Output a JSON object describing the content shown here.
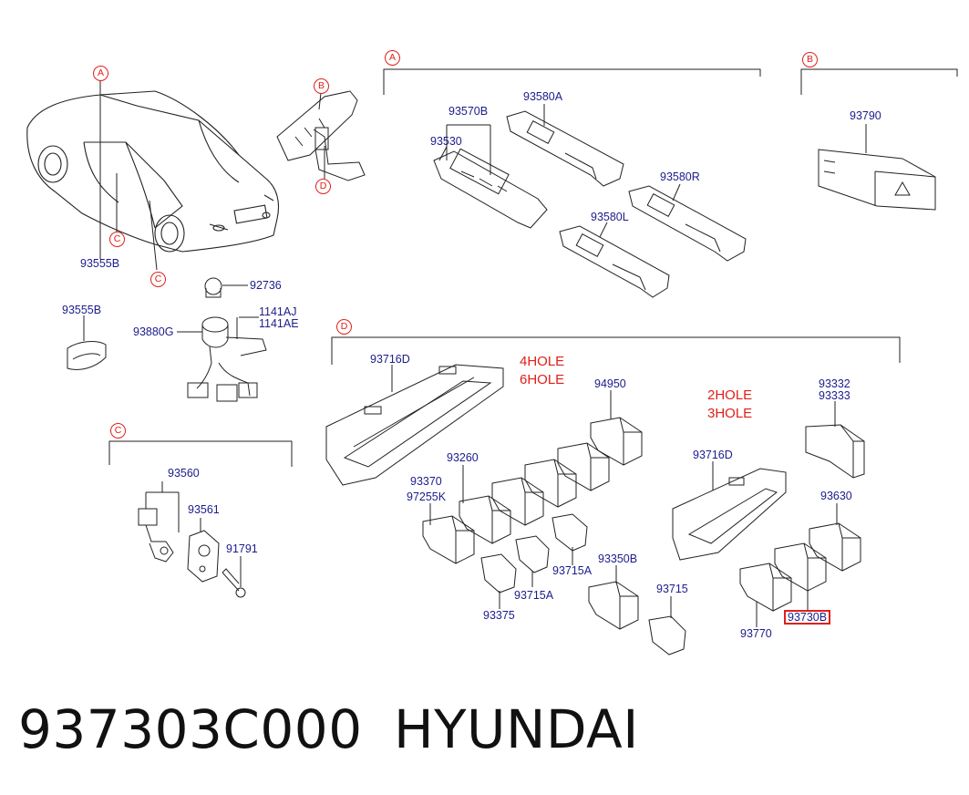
{
  "callouts": {
    "a1": "A",
    "a2": "A",
    "b1": "B",
    "b2": "B",
    "c1": "C",
    "c2": "C",
    "c3": "C",
    "d1": "D",
    "d2": "D"
  },
  "parts": {
    "p93555B_a": "93555B",
    "p92736": "92736",
    "p93555B_b": "93555B",
    "p1141AJ": "1141AJ",
    "p1141AE": "1141AE",
    "p93880G": "93880G",
    "p93570B": "93570B",
    "p93530": "93530",
    "p93580A": "93580A",
    "p93580R": "93580R",
    "p93580L": "93580L",
    "p93790": "93790",
    "p93716D_a": "93716D",
    "p94950": "94950",
    "p93260": "93260",
    "p93370": "93370",
    "p97255K": "97255K",
    "p93715A_a": "93715A",
    "p93715A_b": "93715A",
    "p93375": "93375",
    "p93350B": "93350B",
    "p93715": "93715",
    "p93716D_b": "93716D",
    "p93332": "93332",
    "p93333": "93333",
    "p93630": "93630",
    "p93730B": "93730B",
    "p93770": "93770",
    "p93560": "93560",
    "p93561": "93561",
    "p91791": "91791"
  },
  "notes": {
    "hole4": "4HOLE",
    "hole6": "6HOLE",
    "hole2": "2HOLE",
    "hole3": "3HOLE"
  },
  "footer": {
    "part_number": "937303C000",
    "brand": "HYUNDAI"
  },
  "colors": {
    "label": "#1c1c8c",
    "callout": "#e0201a",
    "line": "#222222"
  }
}
